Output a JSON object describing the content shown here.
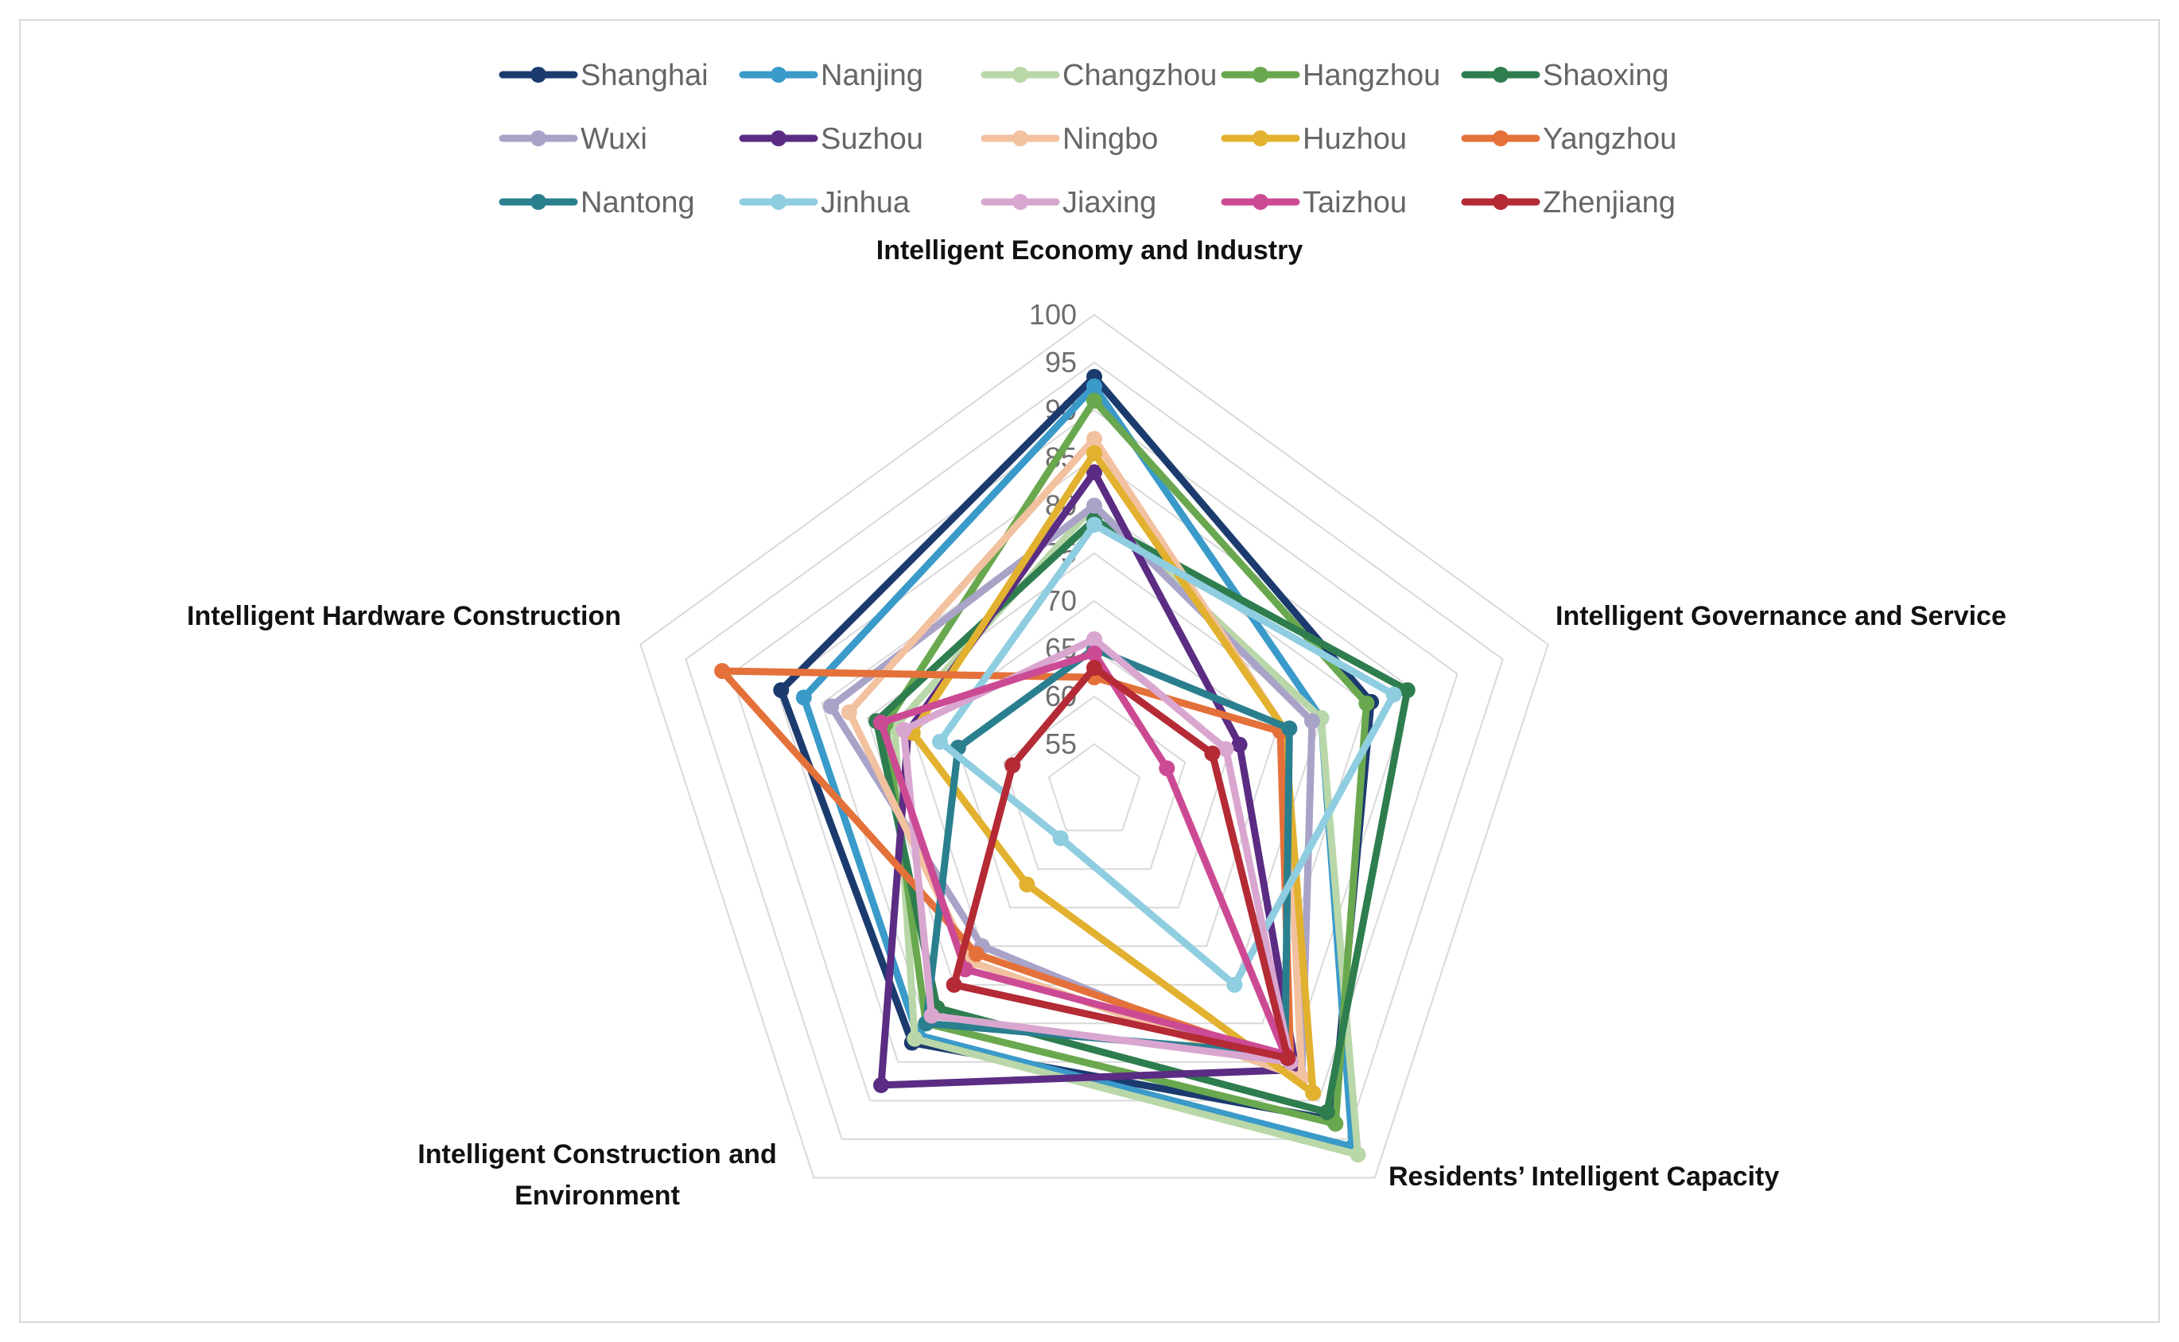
{
  "chart_data": {
    "type": "radar",
    "axes": [
      "Intelligent Economy and Industry",
      "Intelligent Governance and Service",
      "Residents’ Intelligent Capacity",
      "Intelligent Construction and Environment",
      "Intelligent Hardware Construction"
    ],
    "axis_label_lines": [
      [
        "Intelligent Economy and Industry"
      ],
      [
        "Intelligent Governance and Service"
      ],
      [
        "Residents’ Intelligent Capacity"
      ],
      [
        "Intelligent Construction and",
        "Environment"
      ],
      [
        "Intelligent Hardware Construction"
      ]
    ],
    "rlim": [
      50,
      100
    ],
    "ticks": [
      55,
      60,
      65,
      70,
      75,
      80,
      85,
      90,
      95,
      100
    ],
    "grid": true,
    "legend_position": "top",
    "series": [
      {
        "name": "Shanghai",
        "color": "#1b3b6f",
        "values": [
          93.5,
          80.5,
          92.5,
          82.5,
          84.5
        ]
      },
      {
        "name": "Nanjing",
        "color": "#3a9ac9",
        "values": [
          92.5,
          75.0,
          96.0,
          81.5,
          82.0
        ]
      },
      {
        "name": "Changzhou",
        "color": "#b9d7a8",
        "values": [
          80.0,
          75.0,
          97.0,
          82.0,
          72.0
        ]
      },
      {
        "name": "Hangzhou",
        "color": "#6aa84f",
        "values": [
          91.0,
          80.0,
          93.0,
          80.0,
          73.0
        ]
      },
      {
        "name": "Shaoxing",
        "color": "#2e7d4f",
        "values": [
          78.5,
          84.5,
          91.5,
          78.0,
          74.0
        ]
      },
      {
        "name": "Wuxi",
        "color": "#a9a3c8",
        "values": [
          80.0,
          74.0,
          87.0,
          70.0,
          79.0
        ]
      },
      {
        "name": "Suzhou",
        "color": "#5b2c83",
        "values": [
          83.5,
          66.0,
          86.0,
          88.0,
          70.5
        ]
      },
      {
        "name": "Ningbo",
        "color": "#f2c1a0",
        "values": [
          87.0,
          71.0,
          87.0,
          72.0,
          77.0
        ]
      },
      {
        "name": "Huzhou",
        "color": "#e2b12f",
        "values": [
          85.5,
          71.0,
          89.0,
          62.0,
          70.0
        ]
      },
      {
        "name": "Yangzhou",
        "color": "#e4713a",
        "values": [
          62.0,
          70.5,
          85.0,
          71.0,
          91.0
        ]
      },
      {
        "name": "Nantong",
        "color": "#2a7f8f",
        "values": [
          65.0,
          71.5,
          84.0,
          80.0,
          65.0
        ]
      },
      {
        "name": "Jinhua",
        "color": "#8fcde0",
        "values": [
          78.0,
          83.0,
          75.0,
          56.0,
          67.0
        ]
      },
      {
        "name": "Jiaxing",
        "color": "#d9a6cf",
        "values": [
          66.0,
          64.5,
          85.0,
          79.0,
          71.0
        ]
      },
      {
        "name": "Taizhou",
        "color": "#cc4a94",
        "values": [
          64.5,
          58.0,
          84.0,
          73.0,
          73.5
        ]
      },
      {
        "name": "Zhenjiang",
        "color": "#b42a35",
        "values": [
          63.0,
          63.0,
          84.5,
          75.0,
          59.0
        ]
      }
    ]
  }
}
